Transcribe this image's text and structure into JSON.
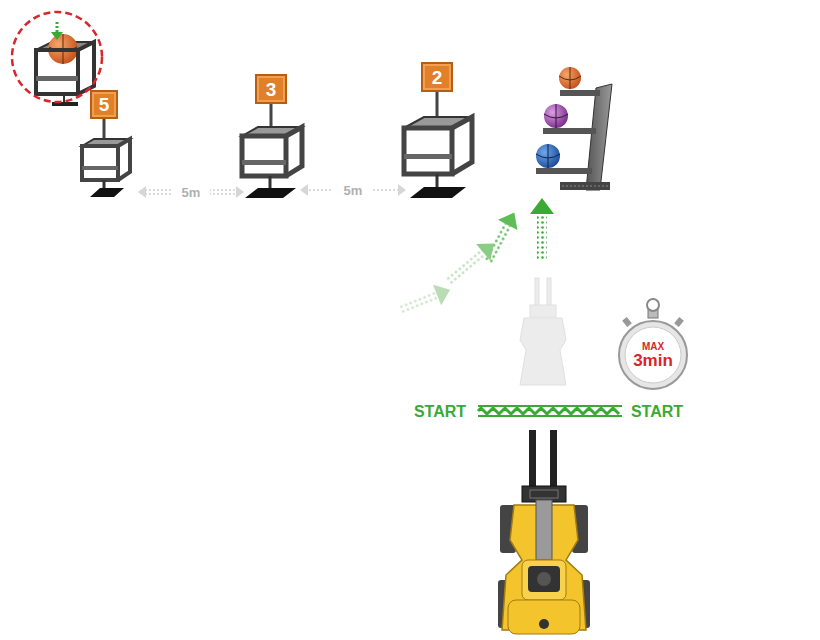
{
  "diagram": {
    "nodes": [
      {
        "text": [
          "5"
        ]
      },
      {
        "text": [
          "3"
        ]
      },
      {
        "text": [
          "2"
        ]
      },
      {
        "text": [
          "MAX",
          "3min"
        ]
      }
    ],
    "labels": [
      "5m",
      "5m",
      "START",
      "START"
    ]
  }
}
